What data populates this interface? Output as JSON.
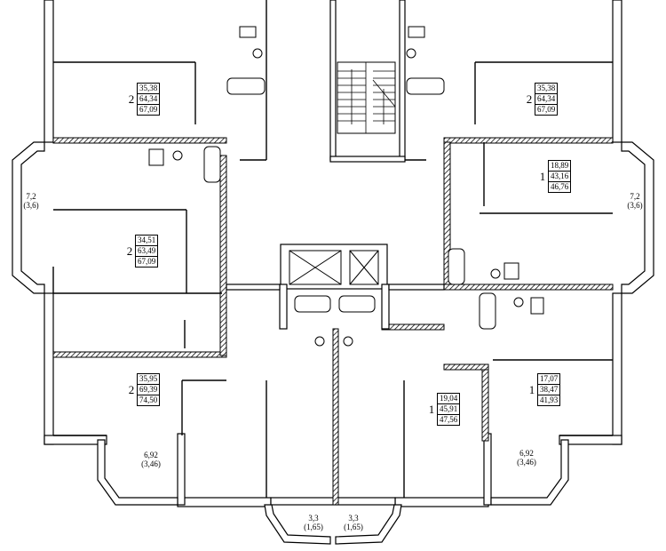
{
  "apartments": [
    {
      "rooms": "2",
      "living": "35,38",
      "total": "64,34",
      "total_balcony": "67,09"
    },
    {
      "rooms": "2",
      "living": "35,38",
      "total": "64,34",
      "total_balcony": "67,09"
    },
    {
      "rooms": "2",
      "living": "34,51",
      "total": "63,49",
      "total_balcony": "67,09"
    },
    {
      "rooms": "1",
      "living": "18,89",
      "total": "43,16",
      "total_balcony": "46,76"
    },
    {
      "rooms": "2",
      "living": "35,95",
      "total": "69,39",
      "total_balcony": "74,50"
    },
    {
      "rooms": "1",
      "living": "19,04",
      "total": "45,91",
      "total_balcony": "47,56"
    },
    {
      "rooms": "1",
      "living": "17,07",
      "total": "38,47",
      "total_balcony": "41,93"
    }
  ],
  "balconies": [
    {
      "area": "7,2",
      "reduced": "(3,6)"
    },
    {
      "area": "7,2",
      "reduced": "(3,6)"
    },
    {
      "area": "6,92",
      "reduced": "(3,46)"
    },
    {
      "area": "6,92",
      "reduced": "(3,46)"
    },
    {
      "area": "3,3",
      "reduced": "(1,65)"
    },
    {
      "area": "3,3",
      "reduced": "(1,65)"
    }
  ]
}
